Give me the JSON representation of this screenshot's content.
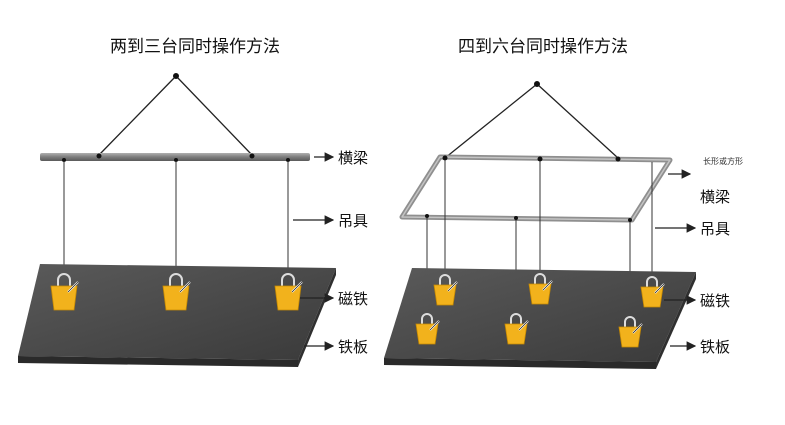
{
  "left_panel": {
    "title": "两到三台同时操作方法",
    "labels": {
      "beam": "横梁",
      "spreader": "吊具",
      "magnet": "磁铁",
      "plate": "铁板"
    }
  },
  "right_panel": {
    "title": "四到六台同时操作方法",
    "labels": {
      "frame_note": "长形或方形",
      "beam": "横梁",
      "spreader": "吊具",
      "magnet": "磁铁",
      "plate": "铁板"
    }
  },
  "colors": {
    "plate": "#4a4a4a",
    "magnet": "#f2b21c",
    "beam": "#8c8c8c",
    "line": "#222222"
  },
  "icons": [
    "arrow-icon",
    "magnet-icon",
    "lifting-point-icon"
  ]
}
